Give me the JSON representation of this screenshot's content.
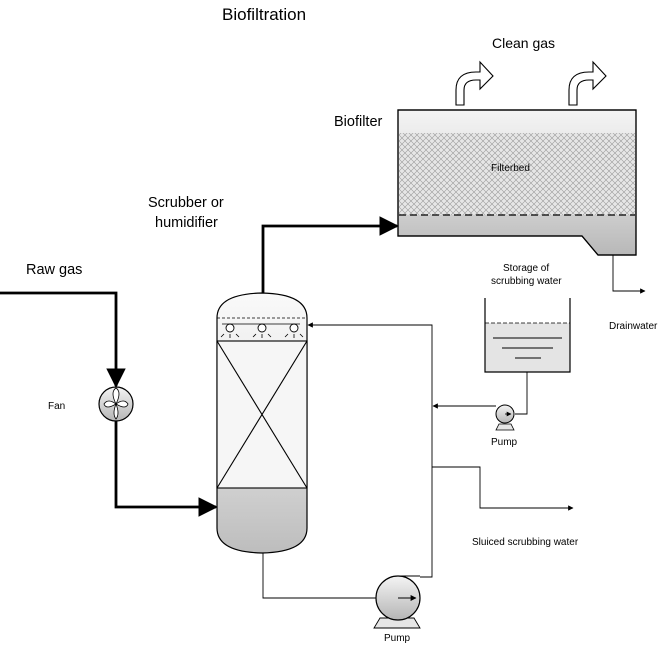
{
  "diagram": {
    "title": "Biofiltration",
    "labels": {
      "clean_gas": "Clean gas",
      "biofilter": "Biofilter",
      "filterbed": "Filterbed",
      "scrubber_line1": "Scrubber or",
      "scrubber_line2": "humidifier",
      "raw_gas": "Raw gas",
      "fan": "Fan",
      "storage_line1": "Storage of",
      "storage_line2": "scrubbing water",
      "drainwater": "Drainwater",
      "pump_upper": "Pump",
      "pump_lower": "Pump",
      "sluiced": "Sluiced scrubbing water"
    }
  }
}
